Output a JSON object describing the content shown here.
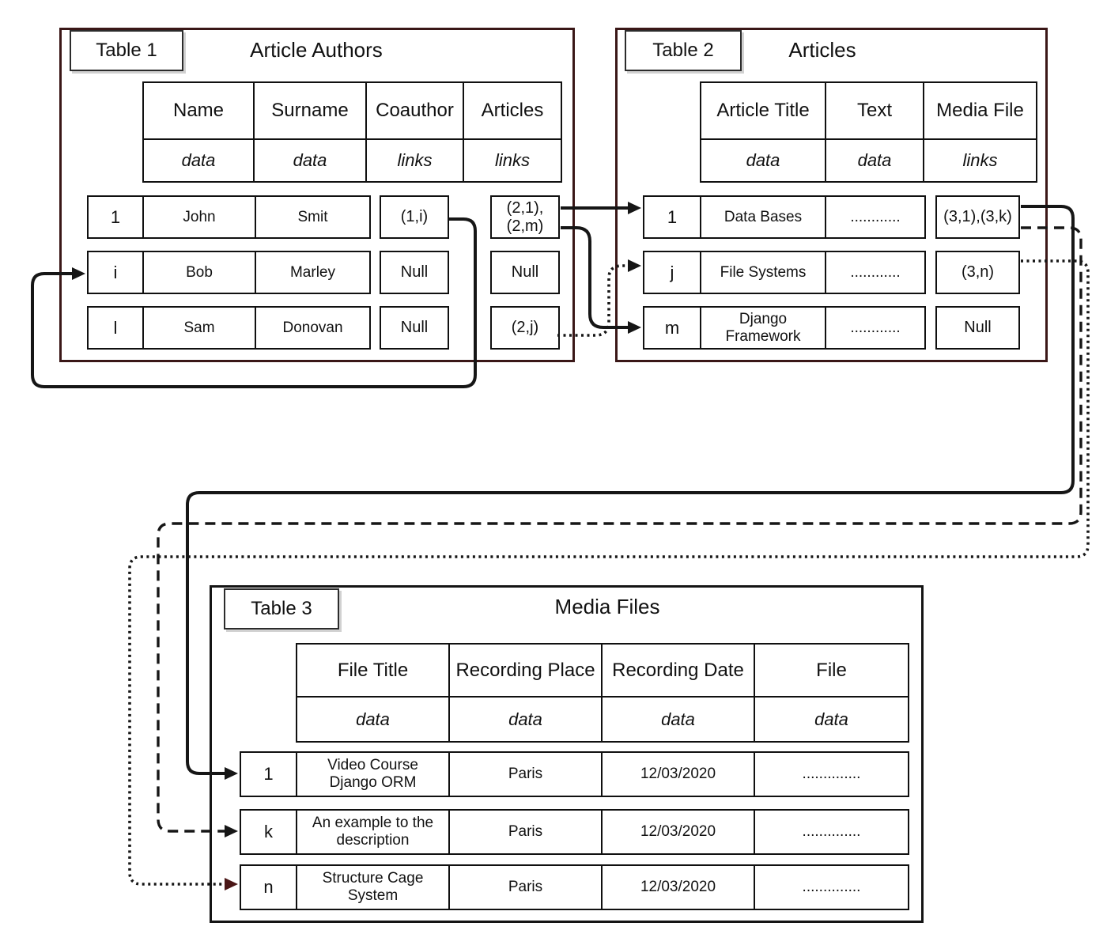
{
  "tables": [
    {
      "tab_label": "Table 1",
      "title": "Article Authors",
      "columns": [
        {
          "label": "Name",
          "kind": "data"
        },
        {
          "label": "Surname",
          "kind": "data"
        },
        {
          "label": "Coauthor",
          "kind": "links"
        },
        {
          "label": "Articles",
          "kind": "links"
        }
      ],
      "rows": [
        {
          "id": "1",
          "values": [
            "John",
            "Smit"
          ],
          "links": [
            "(1,i)",
            "(2,1),\n(2,m)"
          ]
        },
        {
          "id": "i",
          "values": [
            "Bob",
            "Marley"
          ],
          "links": [
            "Null",
            "Null"
          ]
        },
        {
          "id": "l",
          "values": [
            "Sam",
            "Donovan"
          ],
          "links": [
            "Null",
            "(2,j)"
          ]
        }
      ]
    },
    {
      "tab_label": "Table 2",
      "title": "Articles",
      "columns": [
        {
          "label": "Article Title",
          "kind": "data"
        },
        {
          "label": "Text",
          "kind": "data"
        },
        {
          "label": "Media File",
          "kind": "links"
        }
      ],
      "rows": [
        {
          "id": "1",
          "values": [
            "Data Bases",
            "............"
          ],
          "links": [
            "(3,1),(3,k)"
          ]
        },
        {
          "id": "j",
          "values": [
            "File Systems",
            "............"
          ],
          "links": [
            "(3,n)"
          ]
        },
        {
          "id": "m",
          "values": [
            "Django\nFramework",
            "............"
          ],
          "links": [
            "Null"
          ]
        }
      ]
    },
    {
      "tab_label": "Table 3",
      "title": "Media Files",
      "columns": [
        {
          "label": "File Title",
          "kind": "data"
        },
        {
          "label": "Recording Place",
          "kind": "data"
        },
        {
          "label": "Recording Date",
          "kind": "data"
        },
        {
          "label": "File",
          "kind": "data"
        }
      ],
      "rows": [
        {
          "id": "1",
          "values": [
            "Video Course\nDjango ORM",
            "Paris",
            "12/03/2020",
            ".............."
          ]
        },
        {
          "id": "k",
          "values": [
            "An example to the\ndescription",
            "Paris",
            "12/03/2020",
            ".............."
          ]
        },
        {
          "id": "n",
          "values": [
            "Structure Cage\nSystem",
            "Paris",
            "12/03/2020",
            ".............."
          ]
        }
      ]
    }
  ],
  "connectors": [
    {
      "from": "table1.row-1.coauthor (1,i)",
      "to": "table1.row-i",
      "style": "solid"
    },
    {
      "from": "table1.row-1.articles (2,1)",
      "to": "table2.row-1",
      "style": "solid"
    },
    {
      "from": "table1.row-1.articles (2,m)",
      "to": "table2.row-m",
      "style": "solid"
    },
    {
      "from": "table1.row-l.articles (2,j)",
      "to": "table2.row-j",
      "style": "dotted"
    },
    {
      "from": "table2.row-1.media (3,1)",
      "to": "table3.row-1",
      "style": "solid"
    },
    {
      "from": "table2.row-1.media (3,k)",
      "to": "table3.row-k",
      "style": "dashed"
    },
    {
      "from": "table2.row-j.media (3,n)",
      "to": "table3.row-n",
      "style": "dotted"
    }
  ],
  "colors": {
    "table12_border": "#3a1717",
    "table3_border": "#141414",
    "line": "#161616",
    "maroon_arrowhead": "#4a1616"
  }
}
